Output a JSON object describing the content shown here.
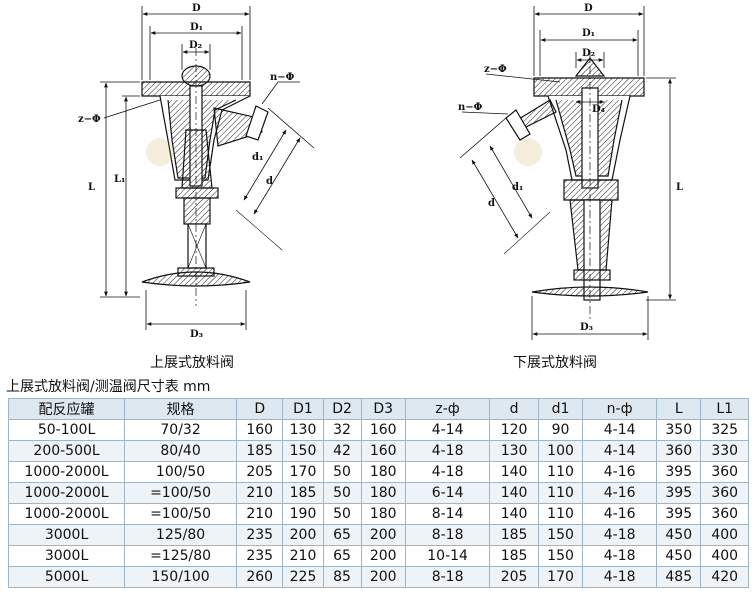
{
  "captions": {
    "left": "上展式放料阀",
    "right": "下展式放料阀"
  },
  "table_title": "上展式放料阀/测温阀尺寸表 mm",
  "drawing_labels": {
    "D": "D",
    "D1": "D₁",
    "D2": "D₂",
    "D3": "D₃",
    "D4": "D₄",
    "L": "L",
    "L1": "L₁",
    "d": "d",
    "d1": "d₁",
    "n_phi": "n−Φ",
    "z_phi": "z−Φ"
  },
  "table": {
    "headers": [
      "配反应罐",
      "规格",
      "D",
      "D1",
      "D2",
      "D3",
      "z-ф",
      "d",
      "d1",
      "n-ф",
      "L",
      "L1"
    ],
    "rows": [
      [
        "50-100L",
        "70/32",
        "160",
        "130",
        "32",
        "160",
        "4-14",
        "120",
        "90",
        "4-14",
        "350",
        "325"
      ],
      [
        "200-500L",
        "80/40",
        "185",
        "150",
        "42",
        "160",
        "4-18",
        "130",
        "100",
        "4-14",
        "360",
        "330"
      ],
      [
        "1000-2000L",
        "100/50",
        "205",
        "170",
        "50",
        "180",
        "4-18",
        "140",
        "110",
        "4-16",
        "395",
        "360"
      ],
      [
        "1000-2000L",
        "=100/50",
        "210",
        "185",
        "50",
        "180",
        "6-14",
        "140",
        "110",
        "4-16",
        "395",
        "360"
      ],
      [
        "1000-2000L",
        "=100/50",
        "210",
        "190",
        "50",
        "180",
        "8-14",
        "140",
        "110",
        "4-16",
        "395",
        "360"
      ],
      [
        "3000L",
        "125/80",
        "235",
        "200",
        "65",
        "200",
        "8-18",
        "185",
        "150",
        "4-18",
        "450",
        "400"
      ],
      [
        "3000L",
        "=125/80",
        "235",
        "210",
        "65",
        "200",
        "10-14",
        "185",
        "150",
        "4-18",
        "450",
        "400"
      ],
      [
        "5000L",
        "150/100",
        "260",
        "225",
        "85",
        "200",
        "8-18",
        "205",
        "170",
        "4-18",
        "485",
        "420"
      ]
    ]
  }
}
